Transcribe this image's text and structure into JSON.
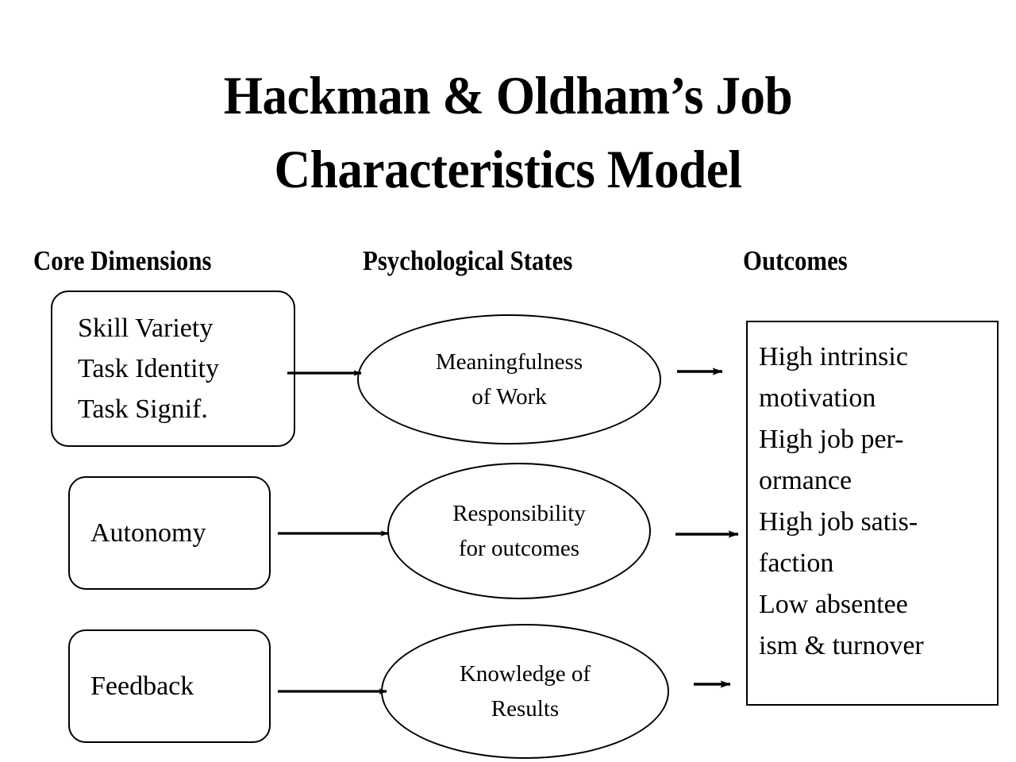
{
  "title": "Hackman & Oldham’s Job\nCharacteristics Model",
  "columns": {
    "core": "Core Dimensions",
    "psychological": "Psychological States",
    "outcomes": "Outcomes"
  },
  "core_dimensions": [
    {
      "id": "core-list",
      "text": "Skill Variety\nTask Identity\nTask Signif."
    },
    {
      "id": "autonomy",
      "text": "Autonomy"
    },
    {
      "id": "feedback",
      "text": "Feedback"
    }
  ],
  "psychological_states": [
    {
      "id": "meaningfulness",
      "text": "Meaningfulness\nof Work"
    },
    {
      "id": "responsibility",
      "text": "Responsibility\nfor outcomes"
    },
    {
      "id": "knowledge",
      "text": "Knowledge of\nResults"
    }
  ],
  "outcomes": {
    "text": "High  intrinsic\nmotivation\nHigh job per-\normance\nHigh job satis-\nfaction\nLow absentee\nism & turnover",
    "lines": [
      "High  intrinsic",
      "motivation",
      "High job per-",
      "ormance",
      "High job satis-",
      "faction",
      "Low absentee",
      "ism & turnover"
    ]
  },
  "connections": [
    {
      "id": "core-to-meaningfulness",
      "from": "core-list",
      "to": "meaningfulness"
    },
    {
      "id": "autonomy-to-responsibility",
      "from": "autonomy",
      "to": "responsibility"
    },
    {
      "id": "feedback-to-knowledge",
      "from": "feedback",
      "to": "knowledge"
    },
    {
      "id": "meaningfulness-to-outcomes",
      "from": "meaningfulness",
      "to": "outcomes"
    },
    {
      "id": "responsibility-to-outcomes",
      "from": "responsibility",
      "to": "outcomes"
    },
    {
      "id": "knowledge-to-outcomes",
      "from": "knowledge",
      "to": "outcomes"
    }
  ],
  "colors": {
    "background": "#ffffff",
    "stroke": "#000000",
    "text": "#000000"
  }
}
